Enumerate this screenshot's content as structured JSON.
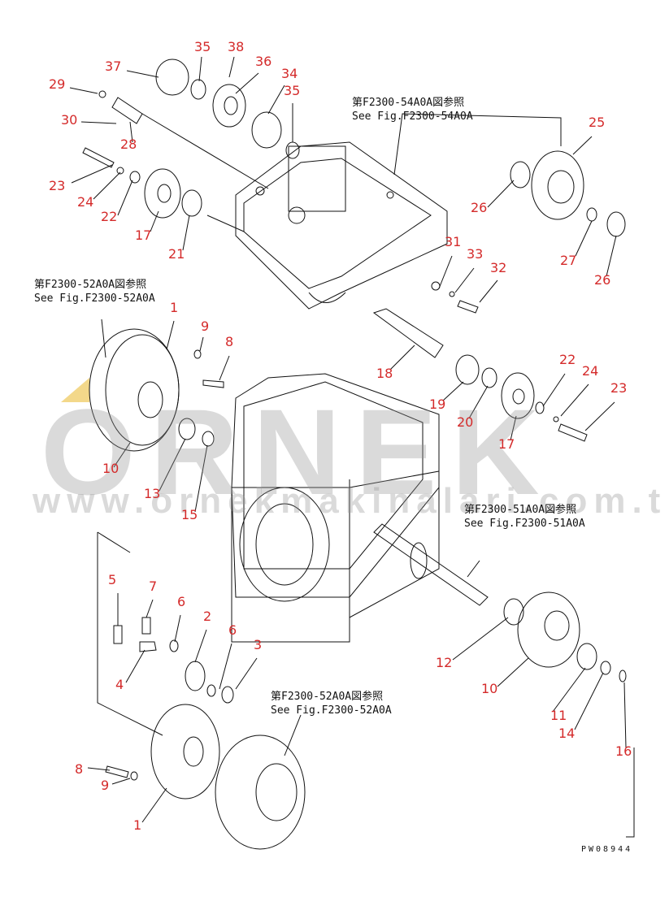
{
  "diagram": {
    "drawing_code": "PW08944",
    "watermark": {
      "brand": "ORNEK",
      "url": "www.ornekmakinalari.com.tr"
    },
    "references": [
      {
        "jp": "第F2300-54A0A図参照",
        "en": "See Fig.F2300-54A0A"
      },
      {
        "jp": "第F2300-52A0A図参照",
        "en": "See Fig.F2300-52A0A"
      },
      {
        "jp": "第F2300-51A0A図参照",
        "en": "See Fig.F2300-51A0A"
      },
      {
        "jp": "第F2300-52A0A図参照",
        "en": "See Fig.F2300-52A0A"
      }
    ],
    "parts": [
      "35",
      "38",
      "37",
      "36",
      "34",
      "29",
      "35",
      "30",
      "28",
      "25",
      "23",
      "24",
      "22",
      "17",
      "21",
      "26",
      "27",
      "31",
      "33",
      "32",
      "26",
      "1",
      "9",
      "8",
      "18",
      "22",
      "24",
      "23",
      "19",
      "20",
      "17",
      "10",
      "13",
      "15",
      "5",
      "7",
      "6",
      "2",
      "6",
      "3",
      "4",
      "12",
      "10",
      "11",
      "14",
      "16",
      "8",
      "9",
      "1"
    ],
    "colors": {
      "label": "#d42a2a",
      "line": "#111111"
    }
  }
}
